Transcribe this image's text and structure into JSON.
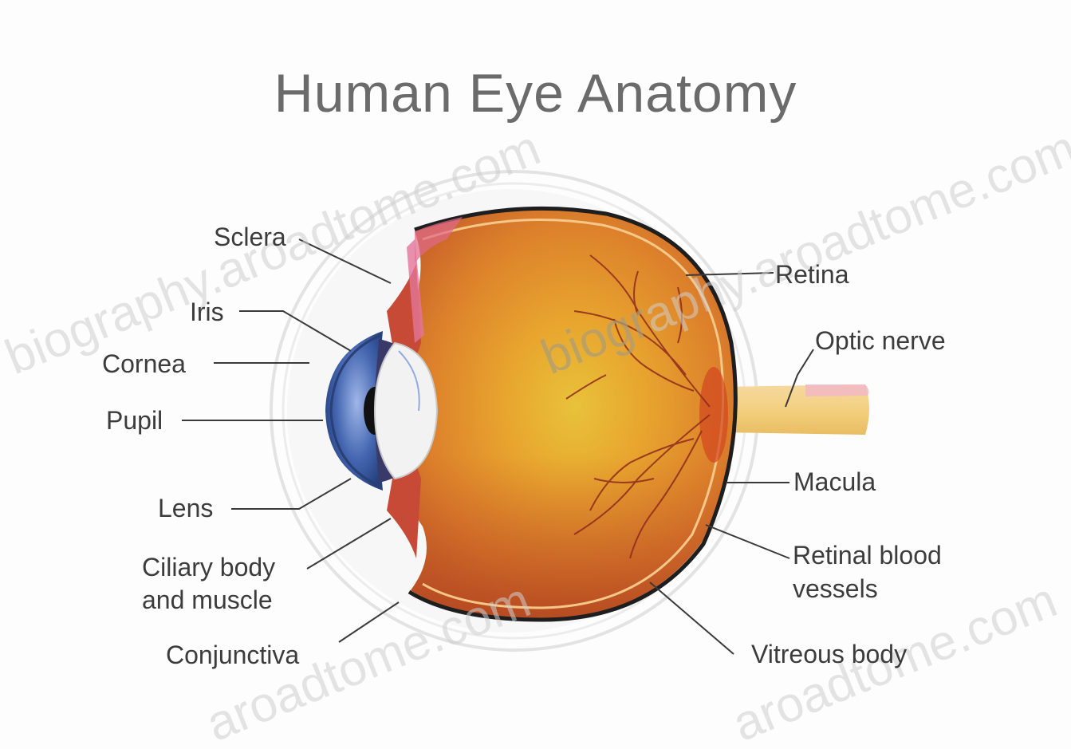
{
  "title": "Human Eye Anatomy",
  "labels": {
    "sclera": "Sclera",
    "iris": "Iris",
    "cornea": "Cornea",
    "pupil": "Pupil",
    "lens": "Lens",
    "ciliary_line1": "Ciliary body",
    "ciliary_line2": "and muscle",
    "conjunctiva": "Conjunctiva",
    "retina": "Retina",
    "optic_nerve": "Optic nerve",
    "macula": "Macula",
    "retinal_vessels_line1": "Retinal blood",
    "retinal_vessels_line2": "vessels",
    "vitreous_body": "Vitreous body"
  },
  "watermark": {
    "text_1": "biography.aroadtome.com",
    "text_2": "biography.aroadtome.com",
    "text_3": "aroadtome.com",
    "text_4": "aroadtome.com",
    "text_5": "biogr"
  },
  "colors": {
    "vitreous_center": "#e8c23a",
    "vitreous_mid": "#e59a2c",
    "vitreous_outer": "#d97a2a",
    "lower_shade": "#c85a28",
    "iris_blue": "#3c5fa8",
    "optic_nerve": "#f3d487",
    "sclera_line": "#1e1e1e",
    "label_text": "#3c3c3c"
  }
}
